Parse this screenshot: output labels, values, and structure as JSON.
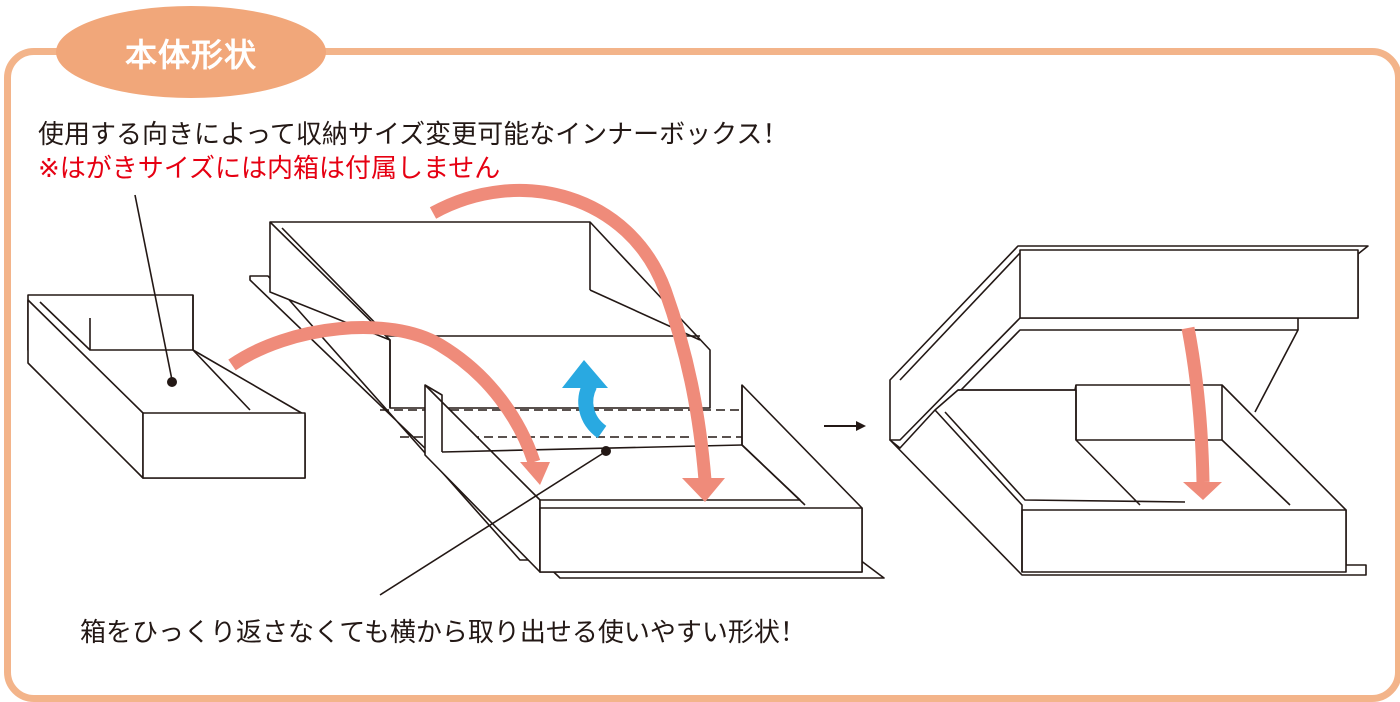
{
  "title": "本体形状",
  "description": "使用する向きによって収納サイズ変更可能なインナーボックス！",
  "note": "※はがきサイズには内箱は付属しません",
  "caption": "箱をひっくり返さなくても横から取り出せる使いやすい形状！",
  "colors": {
    "frame": "#f3b48a",
    "badge": "#f1a77a",
    "note_text": "#e60012",
    "arrow_red": "#ef8b7a",
    "arrow_blue": "#29a9e1",
    "line": "#231815"
  },
  "icons": [
    "arrow-right-icon"
  ]
}
